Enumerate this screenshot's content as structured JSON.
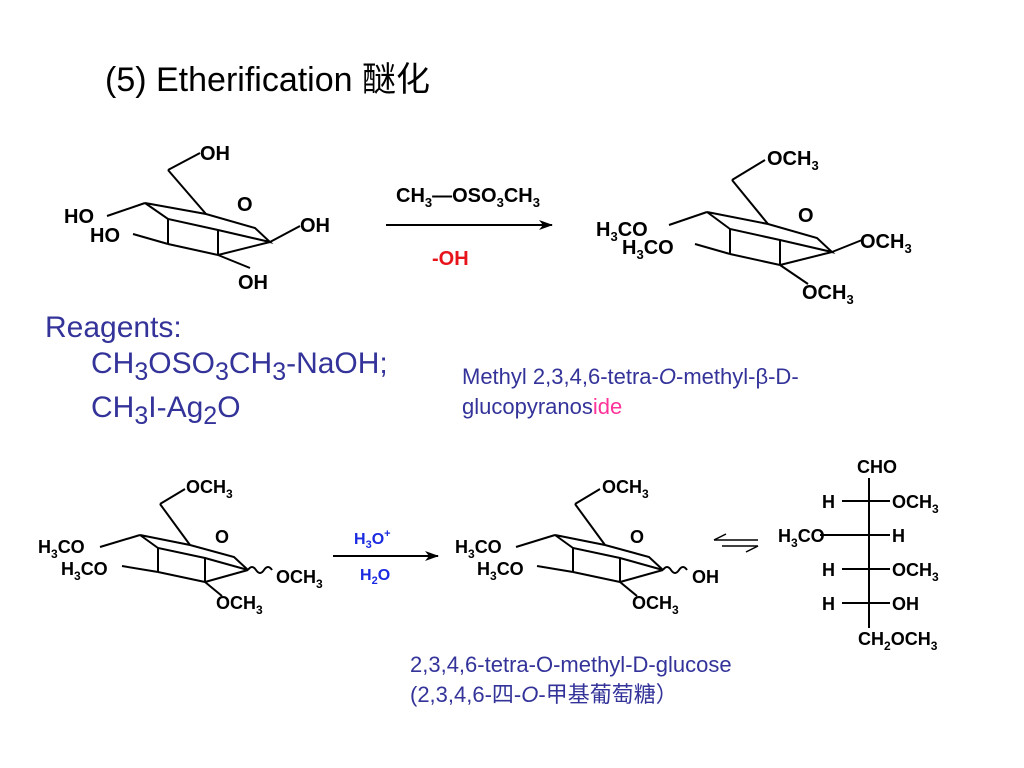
{
  "title": "(5) Etherification 醚化",
  "colors": {
    "label": "#33339a",
    "reagent_red": "#e8141c",
    "reagent_blue": "#1a2ae0",
    "highlight": "#ff3399"
  },
  "reaction1": {
    "reagent_top": "CH3—OSO3CH3",
    "reagent_bottom": "-OH"
  },
  "reagents": {
    "heading": "Reagents:",
    "line1": "CH3OSO3CH3-NaOH;",
    "line2": "CH3I-Ag2O"
  },
  "product1_name": {
    "line1": "Methyl 2,3,4,6-tetra-O-methyl-β-D-",
    "line2_main": "glucopyranos",
    "line2_suffix": "ide"
  },
  "reaction2": {
    "reagent_top": "H3O+",
    "reagent_bottom": "H2O"
  },
  "product2_name": {
    "line1": "2,3,4,6-tetra-O-methyl-D-glucose",
    "line2": "(2,3,4,6-四-O-甲基葡萄糖）"
  },
  "fischer": {
    "top": "CHO",
    "rows": [
      {
        "left": "H",
        "right": "OCH3"
      },
      {
        "left": "H3CO",
        "right": "H"
      },
      {
        "left": "H",
        "right": "OCH3"
      },
      {
        "left": "H",
        "right": "OH"
      }
    ],
    "bottom": "CH2OCH3"
  }
}
